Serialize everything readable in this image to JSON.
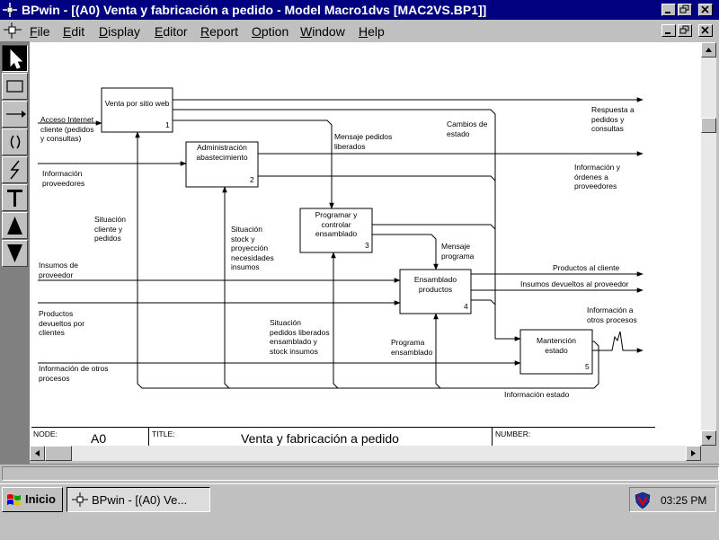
{
  "window": {
    "title": "BPwin - [(A0) Venta y fabricación a pedido   - Model Macro1dvs  [MAC2VS.BP1]]"
  },
  "menu": [
    "File",
    "Edit",
    "Display",
    "Editor",
    "Report",
    "Option",
    "Window",
    "Help"
  ],
  "menu_underline": [
    "F",
    "E",
    "D",
    "E",
    "R",
    "O",
    "W",
    "H"
  ],
  "toolbox": [
    "pointer-tool",
    "box-tool",
    "arrow-tool",
    "tunnel-tool",
    "squiggle-tool",
    "text-tool",
    "go-to-parent-tool",
    "go-to-child-tool"
  ],
  "diagram": {
    "boxes": [
      {
        "label": "Venta por sitio web",
        "number": "1"
      },
      {
        "label": "Administración\nabastecimiento",
        "number": "2"
      },
      {
        "label": "Programar y\ncontrolar\nensamblado",
        "number": "3"
      },
      {
        "label": "Ensamblado\nproductos",
        "number": "4"
      },
      {
        "label": "Mantención\nestado",
        "number": "5"
      }
    ],
    "labels": [
      "Acceso Internet\ncliente (pedidos\ny consultas)",
      "Información\nproveedores",
      "Situación\ncliente y\npedidos",
      "Insumos de\nproveedor",
      "Productos\ndevueltos por\nclientes",
      "Información de otros\nprocesos",
      "Situación\nstock y\nproyección\nnecesidades\ninsumos",
      "Mensaje pedidos\nliberados",
      "Cambios de\nestado",
      "Respuesta a\npedidos y\nconsultas",
      "Información y\nórdenes a\nproveedores",
      "Mensaje\nprograma",
      "Productos al cliente",
      "Insumos devueltos al proveedor",
      "Situación\npedidos liberados\nensamblado y\nstock insumos",
      "Programa\nensamblado",
      "Información a\notros procesos",
      "Información estado"
    ]
  },
  "footer": {
    "node_label": "NODE:",
    "node_value": "A0",
    "title_label": "TITLE:",
    "title_value": "Venta y fabricación a pedido",
    "number_label": "NUMBER:"
  },
  "taskbar": {
    "start_label": "Inicio",
    "task_label": "BPwin - [(A0) Ve...",
    "clock": "03:25 PM"
  }
}
